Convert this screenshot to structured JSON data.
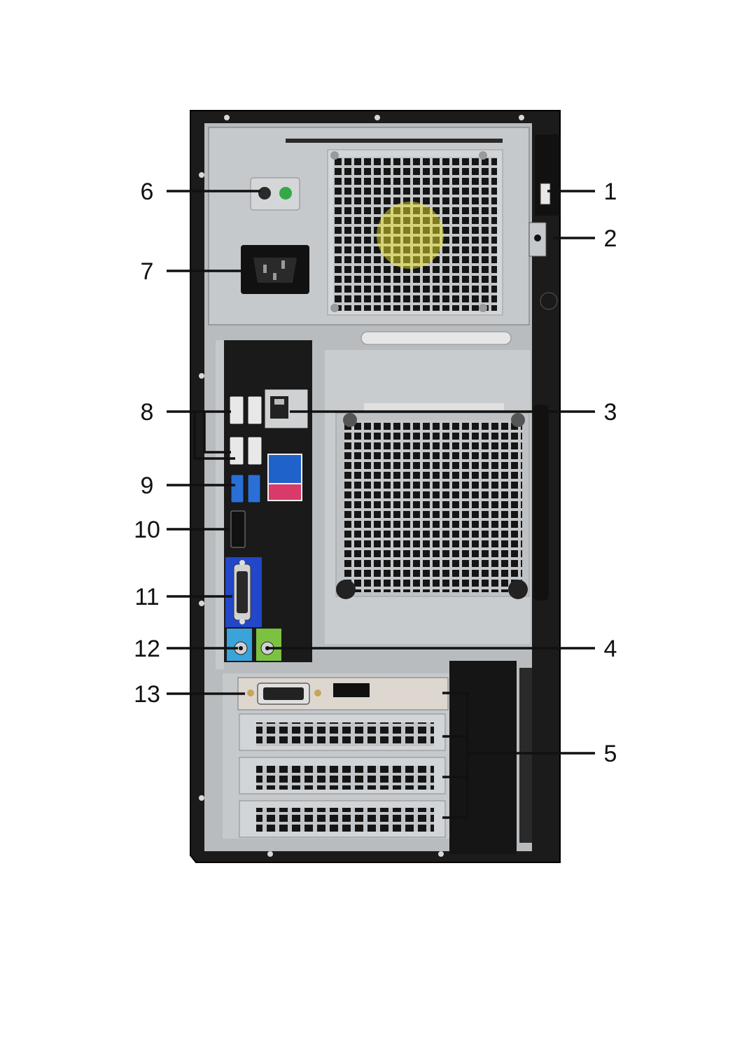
{
  "figure": {
    "subject": "desktop-tower-rear-panel",
    "colors": {
      "chassis_frame": "#1b1b1b",
      "sheet_metal": "#b9bcbf",
      "io_plate": "#1a1a1a",
      "vga_blue": "#2347c9",
      "audio_line_in_blue": "#3aa3d9",
      "audio_line_out_green": "#7cc242",
      "usb3_blue": "#2a6fd6",
      "psu_fan_sticker_yellow": "#e8e02a",
      "power_led_green": "#35a84a",
      "windows_logo_blue": "#1f62c9",
      "windows_sticker_pink": "#d83a6a"
    },
    "callouts": [
      {
        "id": "1",
        "label": "1",
        "side": "right"
      },
      {
        "id": "2",
        "label": "2",
        "side": "right"
      },
      {
        "id": "3",
        "label": "3",
        "side": "right"
      },
      {
        "id": "4",
        "label": "4",
        "side": "right"
      },
      {
        "id": "5",
        "label": "5",
        "side": "right"
      },
      {
        "id": "6",
        "label": "6",
        "side": "left"
      },
      {
        "id": "7",
        "label": "7",
        "side": "left"
      },
      {
        "id": "8",
        "label": "8",
        "side": "left"
      },
      {
        "id": "9",
        "label": "9",
        "side": "left"
      },
      {
        "id": "10",
        "label": "10",
        "side": "left"
      },
      {
        "id": "11",
        "label": "11",
        "side": "left"
      },
      {
        "id": "12",
        "label": "12",
        "side": "left"
      },
      {
        "id": "13",
        "label": "13",
        "side": "left"
      }
    ]
  }
}
